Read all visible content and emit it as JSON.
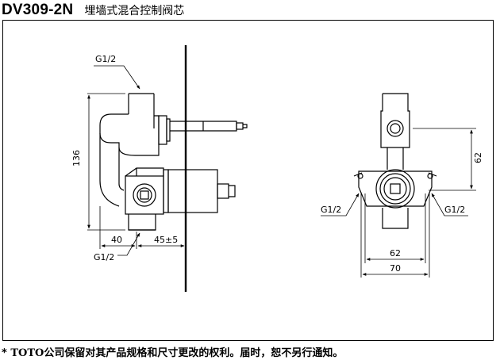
{
  "header": {
    "model": "DV309-2N",
    "subtitle": "埋墙式混合控制阀芯"
  },
  "side_view": {
    "label_top_thread": "G1/2",
    "label_height": "136",
    "label_width_left": "40",
    "label_width_right": "45±5",
    "label_bottom_thread": "G1/2"
  },
  "front_view": {
    "label_left_thread": "G1/2",
    "label_right_thread": "G1/2",
    "label_vertical": "62",
    "label_inner_width": "62",
    "label_outer_width": "70"
  },
  "footer": {
    "asterisk": "*",
    "brand": "TOTO",
    "notice": "公司保留对其产品规格和尺寸更改的权利。届时，恕不另行通知。"
  }
}
